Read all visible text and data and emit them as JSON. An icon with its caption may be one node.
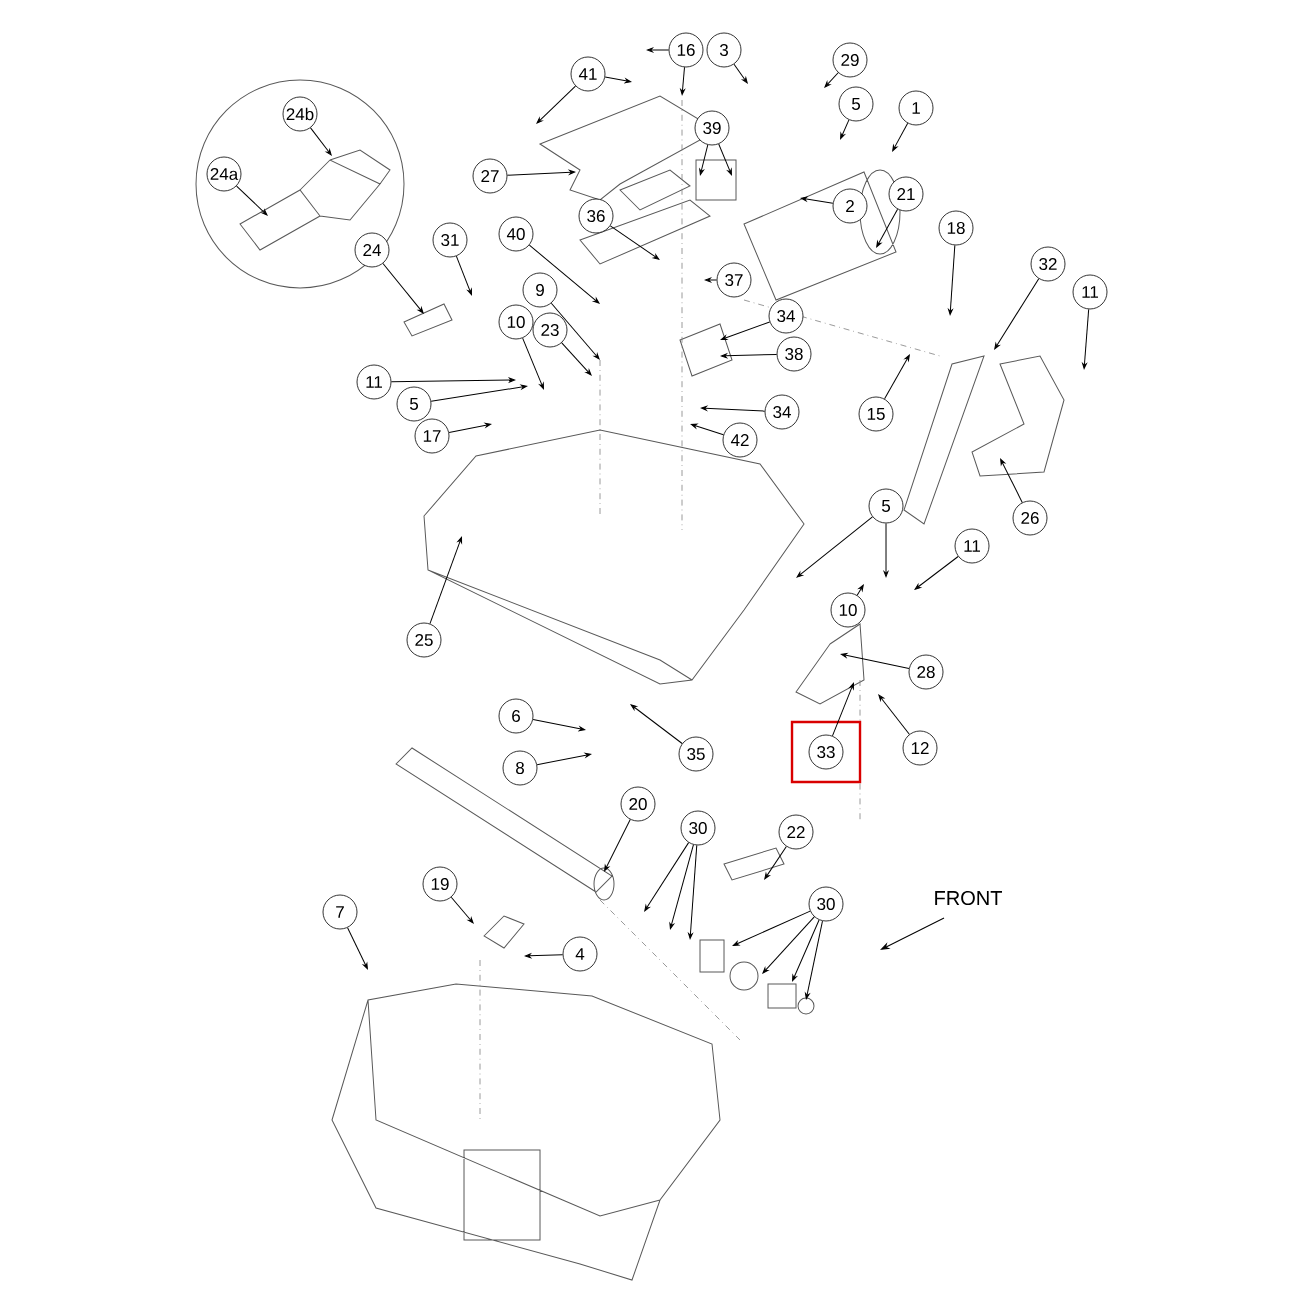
{
  "diagram": {
    "nodes": [
      {
        "text": [
          "3"
        ]
      },
      {
        "text": [
          "16"
        ]
      },
      {
        "text": [
          "29"
        ]
      },
      {
        "text": [
          "41"
        ]
      },
      {
        "text": [
          "5"
        ]
      },
      {
        "text": [
          "1"
        ]
      },
      {
        "text": [
          "24b"
        ]
      },
      {
        "text": [
          "39"
        ]
      },
      {
        "text": [
          "27"
        ]
      },
      {
        "text": [
          "24a"
        ]
      },
      {
        "text": [
          "21"
        ]
      },
      {
        "text": [
          "2"
        ]
      },
      {
        "text": [
          "36"
        ]
      },
      {
        "text": [
          "18"
        ]
      },
      {
        "text": [
          "40"
        ]
      },
      {
        "text": [
          "31"
        ]
      },
      {
        "text": [
          "24"
        ]
      },
      {
        "text": [
          "32"
        ]
      },
      {
        "text": [
          "37"
        ]
      },
      {
        "text": [
          "9"
        ]
      },
      {
        "text": [
          "11"
        ]
      },
      {
        "text": [
          "34"
        ]
      },
      {
        "text": [
          "10"
        ]
      },
      {
        "text": [
          "23"
        ]
      },
      {
        "text": [
          "38"
        ]
      },
      {
        "text": [
          "11"
        ]
      },
      {
        "text": [
          "5"
        ]
      },
      {
        "text": [
          "34"
        ]
      },
      {
        "text": [
          "15"
        ]
      },
      {
        "text": [
          "17"
        ]
      },
      {
        "text": [
          "42"
        ]
      },
      {
        "text": [
          "5"
        ]
      },
      {
        "text": [
          "26"
        ]
      },
      {
        "text": [
          "11"
        ]
      },
      {
        "text": [
          "10"
        ]
      },
      {
        "text": [
          "25"
        ]
      },
      {
        "text": [
          "28"
        ]
      },
      {
        "text": [
          "6"
        ]
      },
      {
        "text": [],
        "shape": "box"
      },
      {
        "text": [
          "33"
        ],
        "in": 38
      },
      {
        "text": [
          "12"
        ]
      },
      {
        "text": [
          "35"
        ]
      },
      {
        "text": [
          "8"
        ]
      },
      {
        "text": [
          "20"
        ]
      },
      {
        "text": [
          "30"
        ]
      },
      {
        "text": [
          "22"
        ]
      },
      {
        "text": [
          "19"
        ]
      },
      {
        "text": [
          "30"
        ]
      },
      {
        "text": [
          "7"
        ]
      },
      {
        "text": [
          "4"
        ]
      }
    ],
    "edges": [
      {
        "from": 0,
        "to": null,
        "arrow": "to"
      },
      {
        "from": 1,
        "to": null,
        "arrow": "to"
      },
      {
        "from": 1,
        "to": null,
        "arrow": "to"
      },
      {
        "from": 2,
        "to": null,
        "arrow": "to"
      },
      {
        "from": 3,
        "to": null,
        "arrow": "to"
      },
      {
        "from": 3,
        "to": null,
        "arrow": "to"
      },
      {
        "from": 4,
        "to": null,
        "arrow": "to"
      },
      {
        "from": 5,
        "to": null,
        "arrow": "to"
      },
      {
        "from": 6,
        "to": null,
        "arrow": "to"
      },
      {
        "from": 7,
        "to": null,
        "arrow": "to"
      },
      {
        "from": 7,
        "to": null,
        "arrow": "to"
      },
      {
        "from": 8,
        "to": null,
        "arrow": "to"
      },
      {
        "from": 9,
        "to": null,
        "arrow": "to"
      },
      {
        "from": 10,
        "to": null,
        "arrow": "to"
      },
      {
        "from": 11,
        "to": null,
        "arrow": "to"
      },
      {
        "from": 12,
        "to": null,
        "arrow": "to"
      },
      {
        "from": 13,
        "to": null,
        "arrow": "to"
      },
      {
        "from": 14,
        "to": null,
        "arrow": "to"
      },
      {
        "from": 15,
        "to": null,
        "arrow": "to"
      },
      {
        "from": 16,
        "to": null,
        "arrow": "to"
      },
      {
        "from": 17,
        "to": null,
        "arrow": "to"
      },
      {
        "from": 18,
        "to": null,
        "arrow": "to"
      },
      {
        "from": 19,
        "to": null,
        "arrow": "to"
      },
      {
        "from": 20,
        "to": null,
        "arrow": "to"
      },
      {
        "from": 21,
        "to": null,
        "arrow": "to"
      },
      {
        "from": 22,
        "to": null,
        "arrow": "to"
      },
      {
        "from": 23,
        "to": null,
        "arrow": "to"
      },
      {
        "from": 24,
        "to": null,
        "arrow": "to"
      },
      {
        "from": 25,
        "to": null,
        "arrow": "to"
      },
      {
        "from": 26,
        "to": null,
        "arrow": "to"
      },
      {
        "from": 27,
        "to": null,
        "arrow": "to"
      },
      {
        "from": 28,
        "to": null,
        "arrow": "to"
      },
      {
        "from": 29,
        "to": null,
        "arrow": "to"
      },
      {
        "from": 30,
        "to": null,
        "arrow": "to"
      },
      {
        "from": 31,
        "to": null,
        "arrow": "to"
      },
      {
        "from": 31,
        "to": null,
        "arrow": "to"
      },
      {
        "from": 32,
        "to": null,
        "arrow": "to"
      },
      {
        "from": 33,
        "to": null,
        "arrow": "to"
      },
      {
        "from": 34,
        "to": null,
        "arrow": "to"
      },
      {
        "from": 35,
        "to": null,
        "arrow": "to"
      },
      {
        "from": 36,
        "to": null,
        "arrow": "to"
      },
      {
        "from": 37,
        "to": null,
        "arrow": "to"
      },
      {
        "from": 39,
        "to": null,
        "arrow": "to"
      },
      {
        "from": 40,
        "to": null,
        "arrow": "to"
      },
      {
        "from": 41,
        "to": null,
        "arrow": "to"
      },
      {
        "from": 42,
        "to": null,
        "arrow": "to"
      },
      {
        "from": 43,
        "to": null,
        "arrow": "to"
      },
      {
        "from": 44,
        "to": null,
        "arrow": "to"
      },
      {
        "from": 44,
        "to": null,
        "arrow": "to"
      },
      {
        "from": 44,
        "to": null,
        "arrow": "to"
      },
      {
        "from": 45,
        "to": null,
        "arrow": "to"
      },
      {
        "from": 46,
        "to": null,
        "arrow": "to"
      },
      {
        "from": 47,
        "to": null,
        "arrow": "to"
      },
      {
        "from": 47,
        "to": null,
        "arrow": "to"
      },
      {
        "from": 47,
        "to": null,
        "arrow": "to"
      },
      {
        "from": 47,
        "to": null,
        "arrow": "to"
      },
      {
        "from": 48,
        "to": null,
        "arrow": "to"
      },
      {
        "from": 49,
        "to": null,
        "arrow": "to"
      }
    ],
    "labels": [
      "FRONT"
    ]
  }
}
